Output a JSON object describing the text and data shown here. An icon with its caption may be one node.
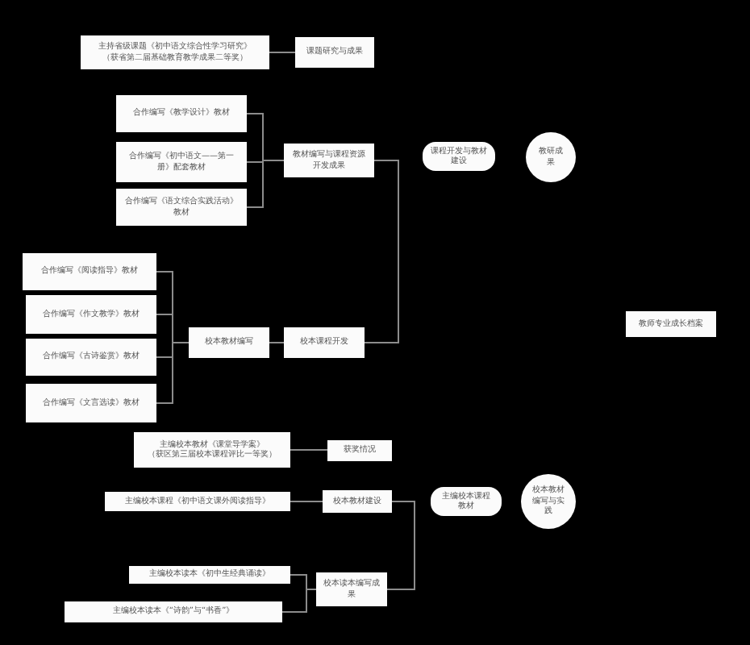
{
  "diagram": {
    "nodes": [
      {
        "text": [
          "主持省级课题《初中语文综合性学习研究》",
          "（获省第二届基础教育教学成果二等奖）"
        ]
      },
      {
        "text": [
          "课题研究与成果"
        ]
      },
      {
        "text": [
          "合作编写《教学设计》教材"
        ]
      },
      {
        "text": [
          "合作编写《初中语文——第一册》配套教材"
        ]
      },
      {
        "text": [
          "合作编写《语文综合实践活动》教材"
        ]
      },
      {
        "text": [
          "教材编写与课程资源开发成果"
        ]
      },
      {
        "text": [
          "课程开发与教材建设"
        ]
      },
      {
        "text": [
          "教研成果"
        ]
      },
      {
        "text": [
          "教师专业成长档案"
        ]
      },
      {
        "text": [
          "合作编写《阅读指导》教材"
        ]
      },
      {
        "text": [
          "合作编写《作文教学》教材"
        ]
      },
      {
        "text": [
          "合作编写《古诗鉴赏》教材"
        ]
      },
      {
        "text": [
          "合作编写《文言选读》教材"
        ]
      },
      {
        "text": [
          "校本教材编写"
        ]
      },
      {
        "text": [
          "校本课程开发"
        ]
      },
      {
        "text": [
          "主编校本教材《课堂导学案》",
          "（获区第三届校本课程评比一等奖）"
        ]
      },
      {
        "text": [
          "获奖情况"
        ]
      },
      {
        "text": [
          "主编校本课程《初中语文课外阅读指导》"
        ]
      },
      {
        "text": [
          "校本教材建设"
        ]
      },
      {
        "text": [
          "主编校本课程教材"
        ]
      },
      {
        "text": [
          "校本教材编写与实践"
        ]
      },
      {
        "text": [
          "主编校本读本《初中生经典诵读》"
        ]
      },
      {
        "text": [
          "校本读本编写成果"
        ]
      },
      {
        "text": [
          "主编校本读本《“诗韵”与“书香”》"
        ]
      }
    ],
    "edges": [
      {
        "from": 0,
        "to": 1,
        "arrow": "none"
      },
      {
        "from": 2,
        "to": 5,
        "arrow": "none"
      },
      {
        "from": 3,
        "to": 5,
        "arrow": "none"
      },
      {
        "from": 4,
        "to": 5,
        "arrow": "none"
      },
      {
        "from": 5,
        "to": 14,
        "arrow": "none"
      },
      {
        "from": 9,
        "to": 13,
        "arrow": "none"
      },
      {
        "from": 10,
        "to": 13,
        "arrow": "none"
      },
      {
        "from": 11,
        "to": 13,
        "arrow": "none"
      },
      {
        "from": 12,
        "to": 13,
        "arrow": "none"
      },
      {
        "from": 13,
        "to": 14,
        "arrow": "none"
      },
      {
        "from": 15,
        "to": 16,
        "arrow": "none"
      },
      {
        "from": 17,
        "to": 18,
        "arrow": "none"
      },
      {
        "from": 18,
        "to": 22,
        "arrow": "none"
      },
      {
        "from": 21,
        "to": 22,
        "arrow": "none"
      },
      {
        "from": 23,
        "to": 22,
        "arrow": "none"
      }
    ]
  }
}
